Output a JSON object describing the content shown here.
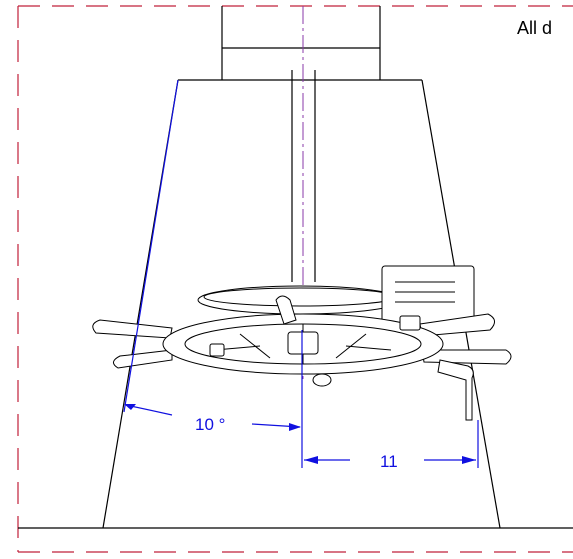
{
  "header_note": "All d",
  "dimensions": {
    "angle_label": "10 °",
    "offset_label": "11"
  },
  "colors": {
    "outline": "#000000",
    "border_dash": "#c0203a",
    "centerline": "#8a3aa8",
    "dimension": "#1010e0"
  }
}
